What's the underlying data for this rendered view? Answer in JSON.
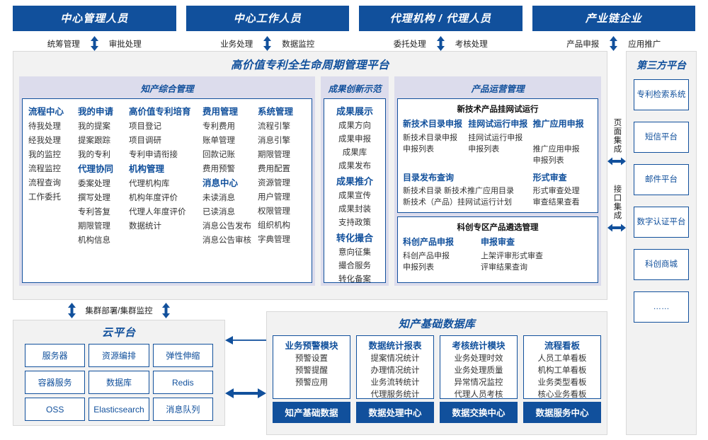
{
  "actors": [
    {
      "title": "中心管理人员",
      "left": "统筹管理",
      "right": "审批处理"
    },
    {
      "title": "中心工作人员",
      "left": "业务处理",
      "right": "数据监控"
    },
    {
      "title": "代理机构 / 代理人员",
      "left": "委托处理",
      "right": "考核处理"
    },
    {
      "title": "产业链企业",
      "left": "产品申报",
      "right": "应用推广"
    }
  ],
  "platform": {
    "title": "高价值专利全生命周期管理平台",
    "sections": {
      "comprehensive": {
        "title": "知产综合管理",
        "columns": [
          {
            "blocks": [
              {
                "group": "流程中心",
                "items": [
                  "待我处理",
                  "经我处理",
                  "我的监控",
                  "流程监控",
                  "流程查询",
                  "工作委托"
                ]
              }
            ]
          },
          {
            "blocks": [
              {
                "group": "我的申请",
                "items": [
                  "我的提案",
                  "提案跟踪",
                  "我的专利"
                ]
              },
              {
                "group": "代理协同",
                "items": [
                  "委案处理",
                  "撰写处理",
                  "专利答复",
                  "期限管理",
                  "机构信息"
                ]
              }
            ]
          },
          {
            "blocks": [
              {
                "group": "高价值专利培育",
                "items": [
                  "项目登记",
                  "项目调研",
                  "专利申请衔接"
                ]
              },
              {
                "group": "机构管理",
                "items": [
                  "代理机构库",
                  "机构年度评价",
                  "代理人年度评价",
                  "数据统计"
                ]
              }
            ]
          },
          {
            "blocks": [
              {
                "group": "费用管理",
                "items": [
                  "专利费用",
                  "账单管理",
                  "回款记账",
                  "费用预警"
                ]
              },
              {
                "group": "消息中心",
                "items": [
                  "未读消息",
                  "已读消息",
                  "消息公告发布",
                  "消息公告审核"
                ]
              }
            ]
          },
          {
            "blocks": [
              {
                "group": "系统管理",
                "items": [
                  "流程引擎",
                  "消息引擎",
                  "期限管理",
                  "费用配置",
                  "资源管理",
                  "用户管理",
                  "权限管理",
                  "组织机构",
                  "字典管理"
                ]
              }
            ]
          }
        ]
      },
      "innovation": {
        "title": "成果创新示范",
        "blocks": [
          {
            "group": "成果展示",
            "items": [
              "成果方向",
              "成果申报",
              "成果库",
              "成果发布"
            ]
          },
          {
            "group": "成果推介",
            "items": [
              "成果宣传",
              "成果封装",
              "支持政策"
            ]
          },
          {
            "group": "转化撮合",
            "items": [
              "意向征集",
              "撮合服务",
              "转化备案"
            ]
          }
        ]
      },
      "operation": {
        "title": "产品运营管理",
        "subboxes": [
          {
            "title": "新技术产品挂网试运行",
            "row1": [
              {
                "group": "新技术目录申报",
                "items": [
                  "新技术目录申报",
                  "申报列表"
                ]
              },
              {
                "group": "挂网试运行申报",
                "items": [
                  "挂网试运行申报",
                  "申报列表"
                ]
              },
              {
                "group": "推广应用申报",
                "items": [
                  "推广应用申报",
                  "申报列表"
                ]
              }
            ],
            "row2": [
              {
                "group": "目录发布查询",
                "items": [
                  "新技术目录    新技术推广应用目录",
                  "新技术（产品）挂网试运行计划"
                ]
              },
              {
                "group": "形式审查",
                "items": [
                  "形式审查处理",
                  "审查结果查看"
                ]
              }
            ]
          },
          {
            "title": "科创专区产品遴选管理",
            "row1": [
              {
                "group": "科创产品申报",
                "items": [
                  "科创产品申报",
                  "申报列表"
                ]
              },
              {
                "group": "申报审查",
                "items": [
                  "上架评审形式审查",
                  "评审结果查询"
                ]
              }
            ]
          }
        ]
      }
    }
  },
  "integration": [
    {
      "label": "页面集成"
    },
    {
      "label": "接口集成"
    }
  ],
  "third_party": {
    "title": "第三方平台",
    "items": [
      "专利检索系统",
      "短信平台",
      "邮件平台",
      "数字认证平台",
      "科创商城",
      "……"
    ]
  },
  "cluster_label": "集群部署/集群监控",
  "cloud": {
    "title": "云平台",
    "cells": [
      "服务器",
      "资源编排",
      "弹性伸缩",
      "容器服务",
      "数据库",
      "Redis",
      "OSS",
      "Elasticsearch",
      "消息队列"
    ]
  },
  "database": {
    "title": "知产基础数据库",
    "columns": [
      {
        "head": "业务预警模块",
        "items": [
          "预警设置",
          "预警提醒",
          "预警应用"
        ],
        "foot": "知产基础数据"
      },
      {
        "head": "数据统计报表",
        "items": [
          "提案情况统计",
          "办理情况统计",
          "业务流转统计",
          "代理服务统计"
        ],
        "foot": "数据处理中心"
      },
      {
        "head": "考核统计模块",
        "items": [
          "业务处理时效",
          "业务处理质量",
          "异常情况监控",
          "代理人员考核"
        ],
        "foot": "数据交换中心"
      },
      {
        "head": "流程看板",
        "items": [
          "人员工单看板",
          "机构工单看板",
          "业务类型看板",
          "核心业务看板"
        ],
        "foot": "数据服务中心"
      }
    ]
  },
  "colors": {
    "brand_blue": "#11509C",
    "panel_bg": "#F2F2F2",
    "section_bg": "#DCDCEC"
  }
}
